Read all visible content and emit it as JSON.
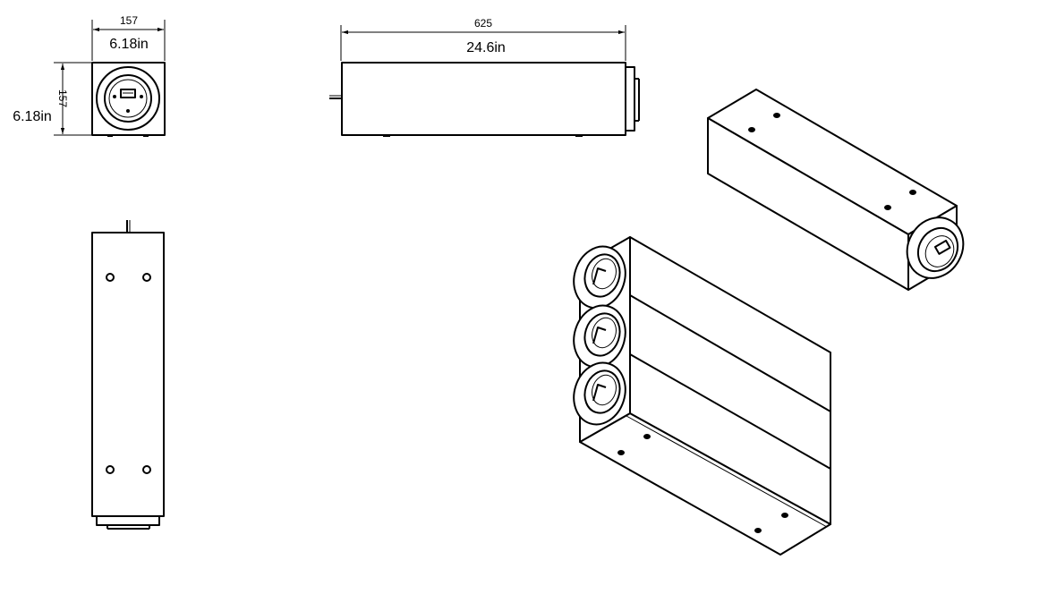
{
  "front_view": {
    "width_mm": "157",
    "width_in": "6.18in",
    "height_mm": "157",
    "height_in": "6.18in"
  },
  "side_view": {
    "length_mm": "625",
    "length_in": "24.6in"
  }
}
